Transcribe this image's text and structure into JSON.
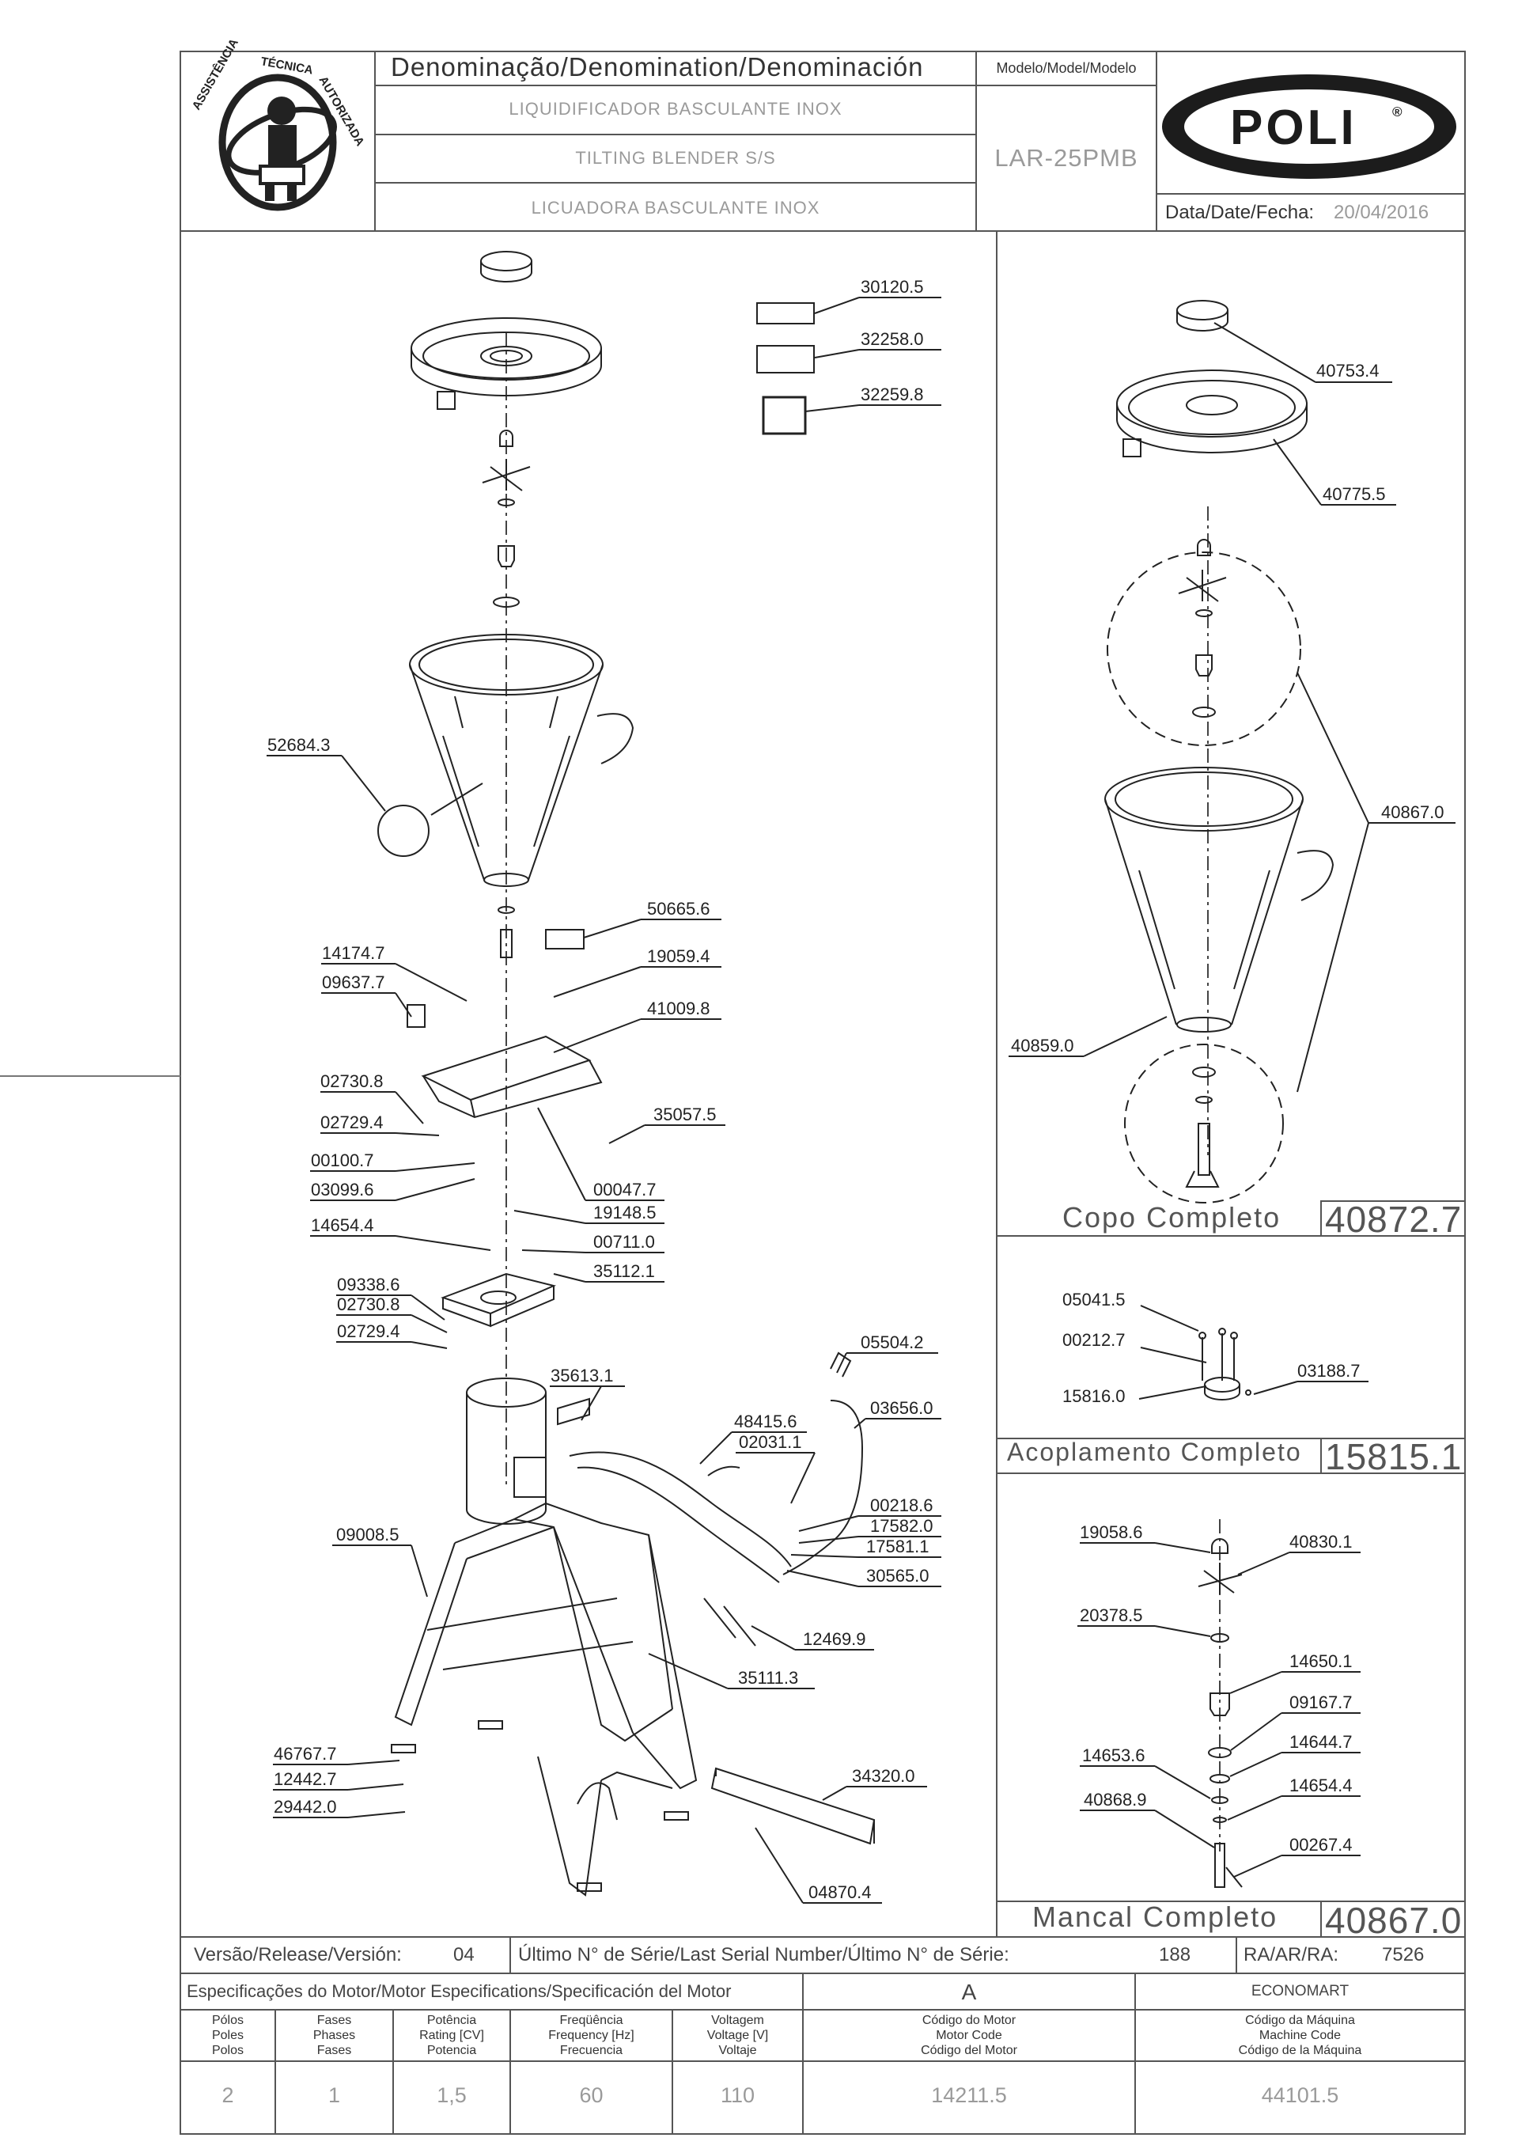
{
  "header": {
    "denomination_title": "Denominação/Denomination/Denominación",
    "name_pt": "LIQUIDIFICADOR BASCULANTE INOX",
    "name_en": "TILTING BLENDER S/S",
    "name_es": "LICUADORA BASCULANTE INOX",
    "model_title": "Modelo/Model/Modelo",
    "model_value": "LAR-25PMB",
    "brand": "POLI",
    "brand_mark": "®",
    "date_label": "Data/Date/Fecha:",
    "date_value": "20/04/2016",
    "seal_text_top": "ASSISTÊNCIA TÉCNICA AUTORIZADA"
  },
  "main_parts": [
    "30120.5",
    "32258.0",
    "32259.8",
    "52684.3",
    "50665.6",
    "14174.7",
    "19059.4",
    "09637.7",
    "41009.8",
    "02730.8",
    "02729.4",
    "35057.5",
    "00100.7",
    "03099.6",
    "00047.7",
    "19148.5",
    "14654.4",
    "00711.0",
    "35112.1",
    "09338.6",
    "02730.8",
    "02729.4",
    "05504.2",
    "35613.1",
    "03656.0",
    "48415.6",
    "02031.1",
    "00218.6",
    "17582.0",
    "09008.5",
    "17581.1",
    "30565.0",
    "12469.9",
    "35111.3",
    "46767.7",
    "12442.7",
    "34320.0",
    "29442.0",
    "04870.4"
  ],
  "copo": {
    "parts": [
      "40753.4",
      "40775.5",
      "40867.0",
      "40859.0"
    ],
    "title": "Copo Completo",
    "code": "40872.7"
  },
  "acoplamento": {
    "parts": [
      "05041.5",
      "00212.7",
      "03188.7",
      "15816.0"
    ],
    "title": "Acoplamento Completo",
    "code": "15815.1"
  },
  "mancal": {
    "parts": [
      "19058.6",
      "40830.1",
      "20378.5",
      "14650.1",
      "09167.7",
      "14644.7",
      "14653.6",
      "14654.4",
      "40868.9",
      "00267.4"
    ],
    "title": "Mancal Completo",
    "code": "40867.0"
  },
  "release_row": {
    "version_label": "Versão/Release/Versión:",
    "version_value": "04",
    "serial_label": "Último N° de Série/Last Serial Number/Último N° de Série:",
    "serial_value": "188",
    "ra_label": "RA/AR/RA:",
    "ra_value": "7526"
  },
  "motor_specs": {
    "title": "Especificações do Motor/Motor Especifications/Specificación del Motor",
    "motor_letter": "A",
    "economart": "ECONOMART",
    "columns": [
      {
        "label": "Pólos\nPoles\nPolos",
        "value": "2"
      },
      {
        "label": "Fases\nPhases\nFases",
        "value": "1"
      },
      {
        "label": "Potência\nRating [CV]\nPotencia",
        "value": "1,5"
      },
      {
        "label": "Freqüência\nFrequency [Hz]\nFrecuencia",
        "value": "60"
      },
      {
        "label": "Voltagem\nVoltage [V]\nVoltaje",
        "value": "110"
      },
      {
        "label": "Código do Motor\nMotor Code\nCódigo del Motor",
        "value": "14211.5"
      },
      {
        "label": "Código da Máquina\nMachine Code\nCódigo de la Máquina",
        "value": "44101.5"
      }
    ]
  }
}
